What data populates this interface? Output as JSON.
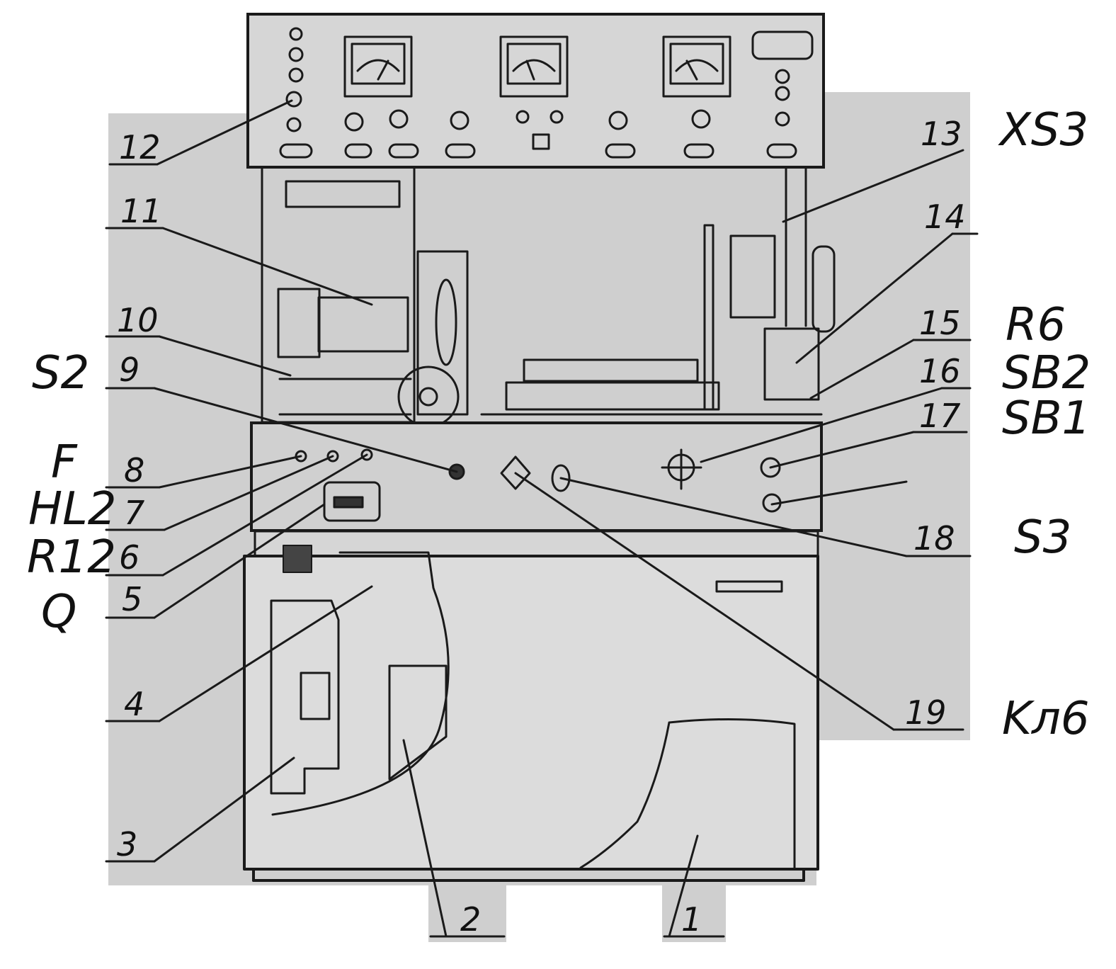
{
  "callouts": [
    {
      "id": "1",
      "text": "1"
    },
    {
      "id": "2",
      "text": "2"
    },
    {
      "id": "3",
      "text": "3"
    },
    {
      "id": "4",
      "text": "4"
    },
    {
      "id": "5",
      "text": "5"
    },
    {
      "id": "6",
      "text": "6"
    },
    {
      "id": "7",
      "text": "7"
    },
    {
      "id": "8",
      "text": "8"
    },
    {
      "id": "9",
      "text": "9"
    },
    {
      "id": "10",
      "text": "10"
    },
    {
      "id": "11",
      "text": "11"
    },
    {
      "id": "12",
      "text": "12"
    },
    {
      "id": "13",
      "text": "13"
    },
    {
      "id": "14",
      "text": "14"
    },
    {
      "id": "15",
      "text": "15"
    },
    {
      "id": "16",
      "text": "16"
    },
    {
      "id": "17",
      "text": "17"
    },
    {
      "id": "18",
      "text": "18"
    },
    {
      "id": "19",
      "text": "19"
    }
  ],
  "designators": {
    "s2": "S2",
    "f": "F",
    "hl2": "HL2",
    "r12": "R12",
    "q": "Q",
    "xs3": "XS3",
    "r6": "R6",
    "sb2": "SB2",
    "sb1": "SB1",
    "s3": "S3",
    "kl6": "Kл6"
  }
}
